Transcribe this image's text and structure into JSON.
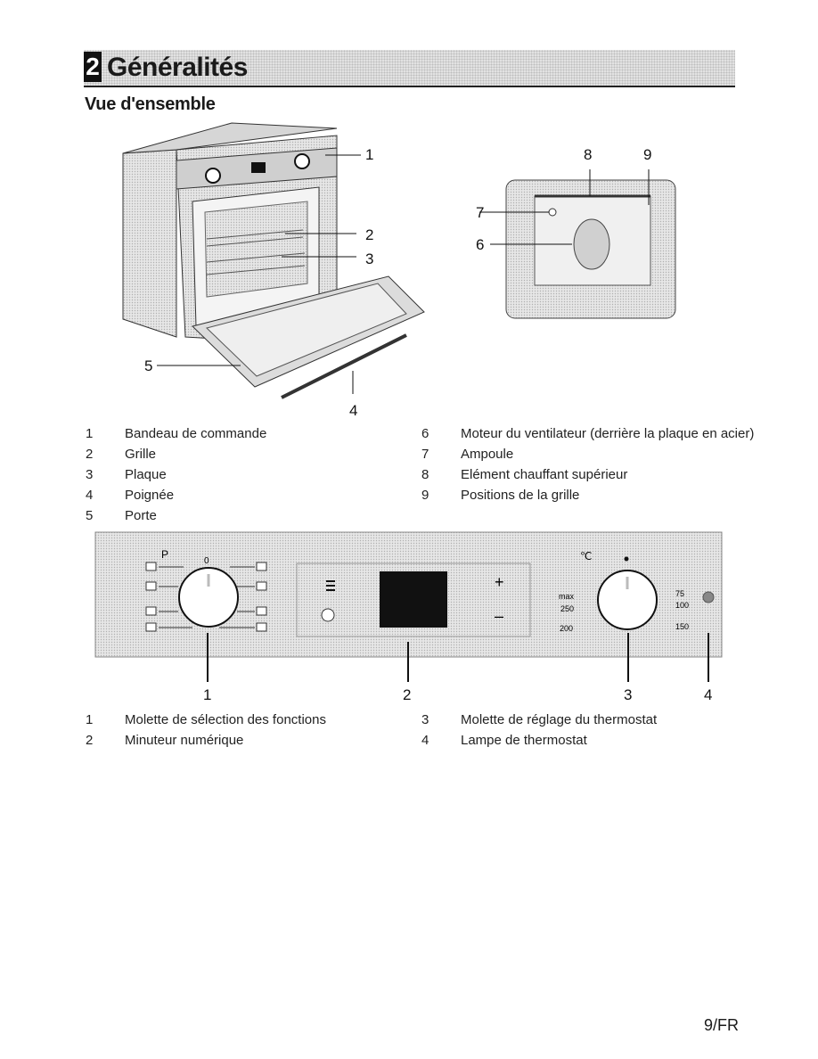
{
  "header": {
    "section_number": "2",
    "title": "Généralités"
  },
  "subtitle": "Vue d'ensemble",
  "overview_callouts": [
    "1",
    "2",
    "3",
    "4",
    "5",
    "6",
    "7",
    "8",
    "9"
  ],
  "overview_legend_left": [
    {
      "num": "1",
      "text": "Bandeau de commande"
    },
    {
      "num": "2",
      "text": "Grille"
    },
    {
      "num": "3",
      "text": "Plaque"
    },
    {
      "num": "4",
      "text": "Poignée"
    },
    {
      "num": "5",
      "text": "Porte"
    }
  ],
  "overview_legend_right": [
    {
      "num": "6",
      "text": "Moteur du ventilateur (derrière la plaque en acier)"
    },
    {
      "num": "7",
      "text": "Ampoule"
    },
    {
      "num": "8",
      "text": "Elément chauffant supérieur"
    },
    {
      "num": "9",
      "text": "Positions de la grille"
    }
  ],
  "control_panel": {
    "function_knob_labels": {
      "p": "P",
      "o": "0"
    },
    "timer": {
      "plus": "+",
      "minus": "–"
    },
    "thermostat": {
      "unit": "℃",
      "marks": [
        "max",
        "250",
        "200",
        "75",
        "100",
        "150"
      ]
    },
    "callouts": [
      "1",
      "2",
      "3",
      "4"
    ]
  },
  "panel_legend_left": [
    {
      "num": "1",
      "text": "Molette de sélection des fonctions"
    },
    {
      "num": "2",
      "text": "Minuteur numérique"
    }
  ],
  "panel_legend_right": [
    {
      "num": "3",
      "text": "Molette de réglage du thermostat"
    },
    {
      "num": "4",
      "text": "Lampe de thermostat"
    }
  ],
  "page_number": "9/FR",
  "icons": [
    "oven-illustration",
    "cavity-illustration",
    "function-icons",
    "menu-icon",
    "clock-icon",
    "thermostat-lamp"
  ]
}
